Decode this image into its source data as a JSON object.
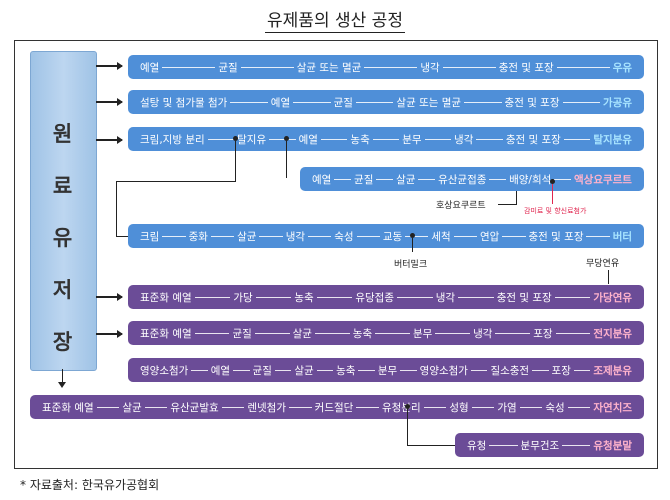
{
  "title": "유제품의 생산 공정",
  "tank_label": [
    "원",
    "료",
    "유",
    "저",
    "장"
  ],
  "rows": [
    {
      "steps": [
        "예열",
        "균질",
        "살균 또는 멸균",
        "냉각",
        "충전 및 포장"
      ],
      "final": "우유"
    },
    {
      "steps": [
        "설탕 및 첨가물 첨가",
        "예열",
        "균질",
        "살균 또는 멸균",
        "충전 및 포장"
      ],
      "final": "가공유"
    },
    {
      "steps": [
        "크림,지방 분리",
        "탈지유",
        "예열",
        "농축",
        "분무",
        "냉각",
        "충전 및 포장"
      ],
      "final": "탈지분유"
    },
    {
      "steps": [
        "예열",
        "균질",
        "살균",
        "유산균접종",
        "배양/희석"
      ],
      "final": "액상요쿠르트"
    },
    {
      "steps": [
        "크림",
        "중화",
        "살균",
        "냉각",
        "숙성",
        "교동",
        "세척",
        "연압",
        "충전 및 포장"
      ],
      "final": "버터"
    },
    {
      "steps": [
        "표준화 예열",
        "가당",
        "농축",
        "유당접종",
        "냉각",
        "충전 및 포장"
      ],
      "final": "가당연유"
    },
    {
      "steps": [
        "표준화 예열",
        "균질",
        "살균",
        "농축",
        "분무",
        "냉각",
        "포장"
      ],
      "final": "전지분유"
    },
    {
      "steps": [
        "영양소첨가",
        "예열",
        "균질",
        "살균",
        "농축",
        "분무",
        "영양소첨가",
        "질소충전",
        "포장"
      ],
      "final": "조제분유"
    },
    {
      "steps": [
        "표준화 예열",
        "살균",
        "유산균발효",
        "렌넷첨가",
        "커드절단",
        "유청분리",
        "성형",
        "가염",
        "숙성"
      ],
      "final": "자연치즈"
    },
    {
      "steps": [
        "유청",
        "분무건조"
      ],
      "final": "유청분말"
    }
  ],
  "notes": {
    "yogurt": "호상요쿠르트",
    "yogurt_add": "감미료 및 향신료첨가",
    "buttermilk": "버터밀크",
    "unsweetened": "무당연유"
  },
  "source": "* 자료출처: 한국유가공협회"
}
